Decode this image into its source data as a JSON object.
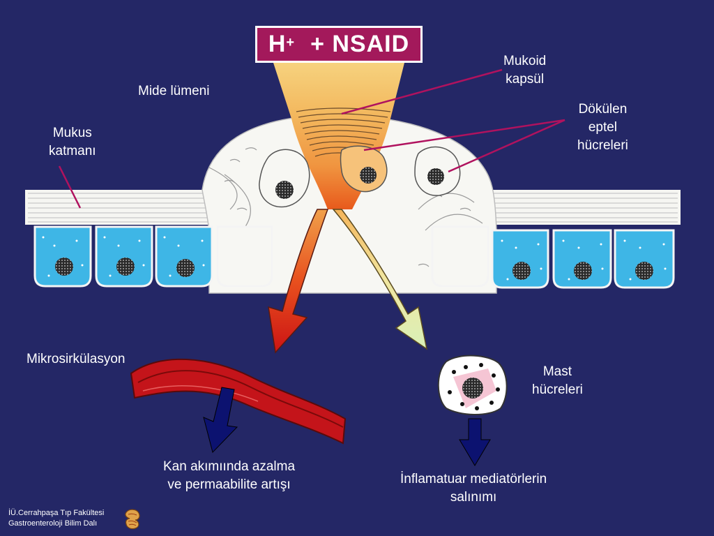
{
  "title": {
    "base": "H",
    "sup": "+",
    "rest": "+ NSAID"
  },
  "labels": {
    "mide_lumeni": "Mide lümeni",
    "mukus_katmani": [
      "Mukus",
      "katmanı"
    ],
    "mukoid_kapsul": [
      "Mukoid",
      "kapsül"
    ],
    "dokulen_eptel": [
      "Dökülen",
      "eptel",
      "hücreleri"
    ],
    "mikrosirkulasyon": "Mikrosirkülasyon",
    "mast_hucreleri": [
      "Mast",
      "hücreleri"
    ],
    "kan_akimi": [
      "Kan akımıında azalma",
      "ve permaabilite artışı"
    ],
    "inflamatuar": [
      "İnflamatuar mediatörlerin",
      "salınımı"
    ]
  },
  "footer": [
    "İÜ.Cerrahpaşa Tıp Fakültesi",
    "Gastroenteroloji Bilim Dalı"
  ],
  "colors": {
    "background": "#242766",
    "title_box": "#a3195b",
    "pointer_lines": "#b0125e",
    "epithelial_cells": "#3eb6e6",
    "vessel": "#c4141a",
    "down_arrows": "#0c1270"
  },
  "icons": [
    "stomach-logo-icon"
  ]
}
